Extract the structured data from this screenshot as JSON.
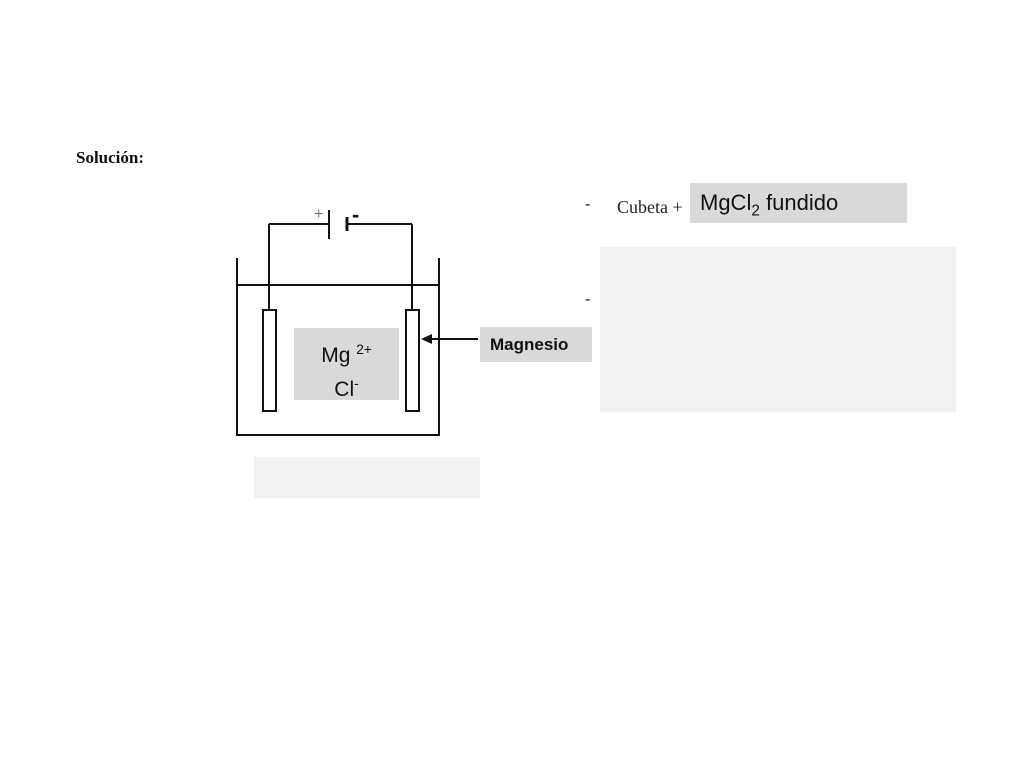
{
  "title": "Solución:",
  "battery": {
    "plus": "+",
    "minus": "-"
  },
  "ions": {
    "line1_base": "Mg",
    "line1_sup": "2+",
    "line2_base": "Cl",
    "line2_sup": "-"
  },
  "electrode_label": "Magnesio",
  "list": {
    "dash1": "-",
    "dash2": "-",
    "item1_text": "Cubeta +",
    "item1_answer_base": "MgCl",
    "item1_answer_sub": "2",
    "item1_answer_rest": " fundido"
  }
}
